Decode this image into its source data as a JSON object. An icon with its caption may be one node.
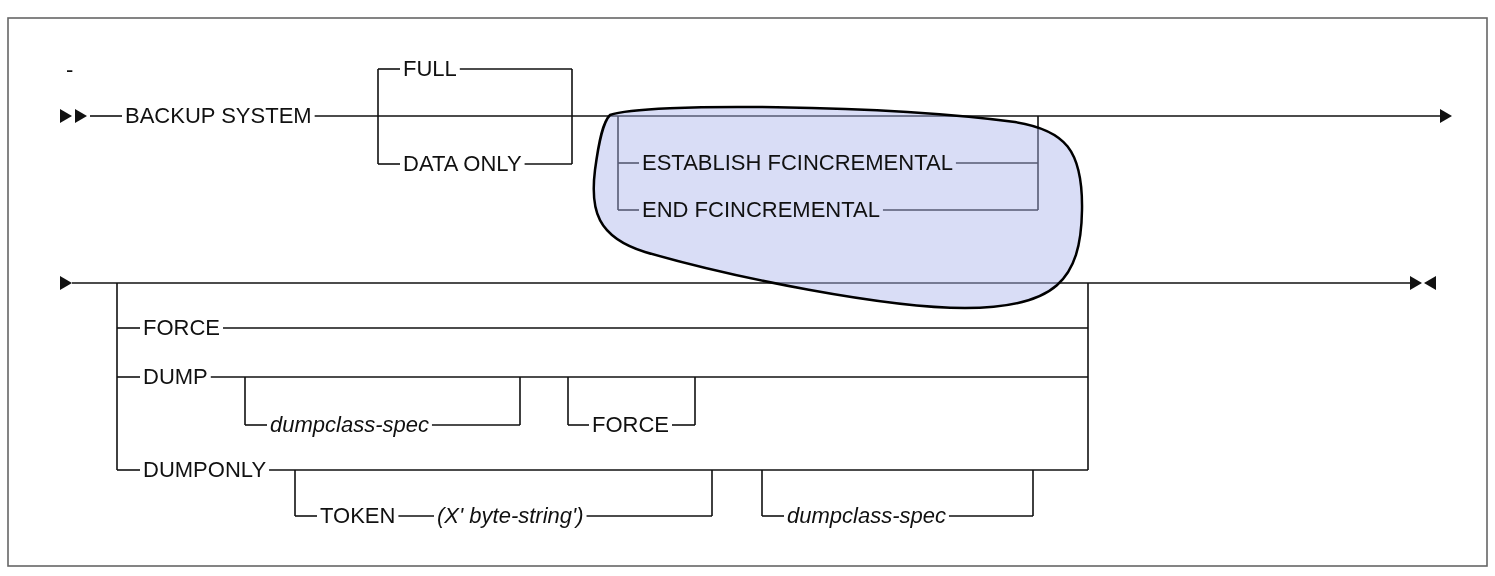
{
  "diagram": {
    "nodes": [
      {
        "text": [
          "ESTABLISH FCINCREMENTAL",
          "END FCINCREMENTAL"
        ]
      }
    ],
    "labels": [
      "-",
      "BACKUP SYSTEM",
      "FULL",
      "DATA ONLY",
      "FORCE",
      "DUMP",
      "dumpclass-spec",
      "FORCE",
      "DUMPONLY",
      "TOKEN",
      "(X' byte-string')",
      "dumpclass-spec"
    ]
  }
}
